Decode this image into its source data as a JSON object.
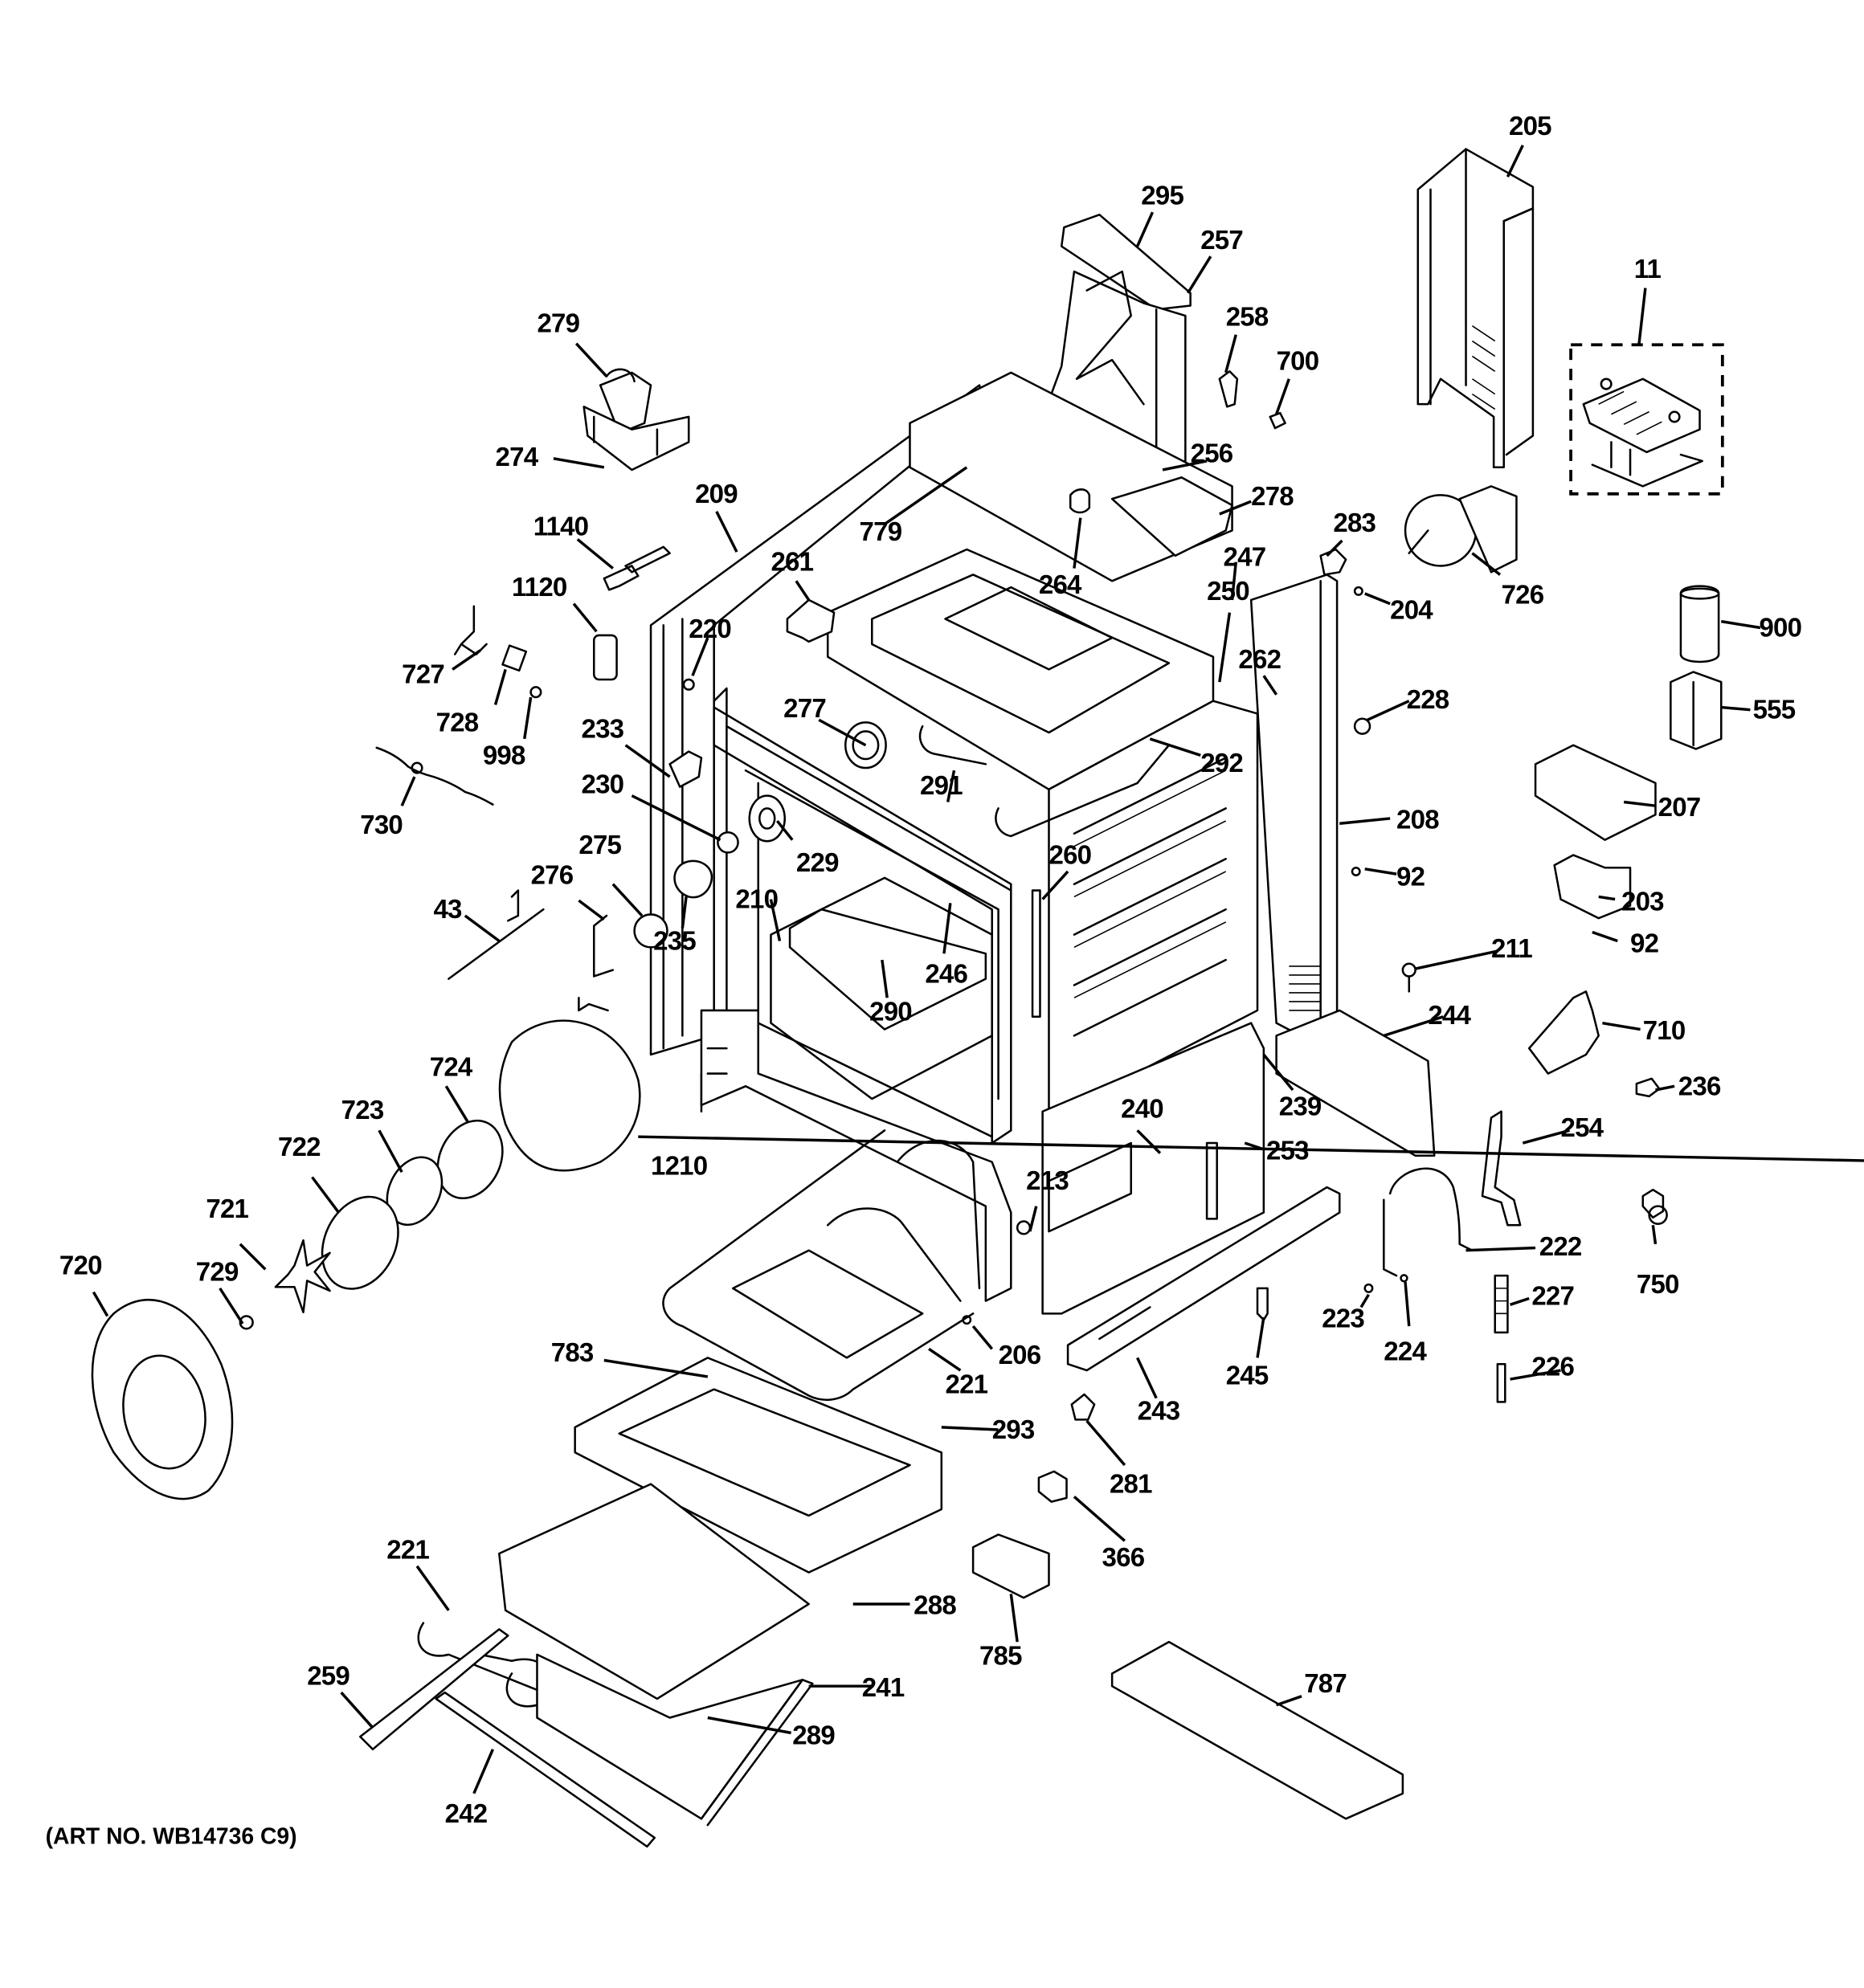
{
  "diagram": {
    "title": "Oven body exploded parts diagram",
    "caption": "(ART NO. WB14736 C9)",
    "callouts": [
      {
        "id": "205",
        "text": "205"
      },
      {
        "id": "295",
        "text": "295"
      },
      {
        "id": "257",
        "text": "257"
      },
      {
        "id": "11",
        "text": "11"
      },
      {
        "id": "279",
        "text": "279"
      },
      {
        "id": "258",
        "text": "258"
      },
      {
        "id": "700",
        "text": "700"
      },
      {
        "id": "274",
        "text": "274"
      },
      {
        "id": "256",
        "text": "256"
      },
      {
        "id": "209",
        "text": "209"
      },
      {
        "id": "278",
        "text": "278"
      },
      {
        "id": "779",
        "text": "779"
      },
      {
        "id": "1140",
        "text": "1140"
      },
      {
        "id": "283",
        "text": "283"
      },
      {
        "id": "261",
        "text": "261"
      },
      {
        "id": "247",
        "text": "247"
      },
      {
        "id": "264",
        "text": "264"
      },
      {
        "id": "726",
        "text": "726"
      },
      {
        "id": "1120",
        "text": "1120"
      },
      {
        "id": "250",
        "text": "250"
      },
      {
        "id": "204",
        "text": "204"
      },
      {
        "id": "900",
        "text": "900"
      },
      {
        "id": "220",
        "text": "220"
      },
      {
        "id": "727",
        "text": "727"
      },
      {
        "id": "262",
        "text": "262"
      },
      {
        "id": "728",
        "text": "728"
      },
      {
        "id": "228",
        "text": "228"
      },
      {
        "id": "555",
        "text": "555"
      },
      {
        "id": "277",
        "text": "277"
      },
      {
        "id": "998",
        "text": "998"
      },
      {
        "id": "233",
        "text": "233"
      },
      {
        "id": "292",
        "text": "292"
      },
      {
        "id": "291",
        "text": "291"
      },
      {
        "id": "207",
        "text": "207"
      },
      {
        "id": "230",
        "text": "230"
      },
      {
        "id": "730",
        "text": "730"
      },
      {
        "id": "208",
        "text": "208"
      },
      {
        "id": "229",
        "text": "229"
      },
      {
        "id": "260",
        "text": "260"
      },
      {
        "id": "275",
        "text": "275"
      },
      {
        "id": "92a",
        "text": "92"
      },
      {
        "id": "276",
        "text": "276"
      },
      {
        "id": "210",
        "text": "210"
      },
      {
        "id": "203",
        "text": "203"
      },
      {
        "id": "43",
        "text": "43"
      },
      {
        "id": "235",
        "text": "235"
      },
      {
        "id": "92b",
        "text": "92"
      },
      {
        "id": "246",
        "text": "246"
      },
      {
        "id": "211",
        "text": "211"
      },
      {
        "id": "290",
        "text": "290"
      },
      {
        "id": "244",
        "text": "244"
      },
      {
        "id": "710",
        "text": "710"
      },
      {
        "id": "724",
        "text": "724"
      },
      {
        "id": "239",
        "text": "239"
      },
      {
        "id": "240",
        "text": "240"
      },
      {
        "id": "236",
        "text": "236"
      },
      {
        "id": "723",
        "text": "723"
      },
      {
        "id": "253",
        "text": "253"
      },
      {
        "id": "722",
        "text": "722"
      },
      {
        "id": "1210",
        "text": "1210"
      },
      {
        "id": "254",
        "text": "254"
      },
      {
        "id": "213",
        "text": "213"
      },
      {
        "id": "721",
        "text": "721"
      },
      {
        "id": "222",
        "text": "222"
      },
      {
        "id": "720",
        "text": "720"
      },
      {
        "id": "729",
        "text": "729"
      },
      {
        "id": "750",
        "text": "750"
      },
      {
        "id": "223",
        "text": "223"
      },
      {
        "id": "227",
        "text": "227"
      },
      {
        "id": "206",
        "text": "206"
      },
      {
        "id": "224",
        "text": "224"
      },
      {
        "id": "783",
        "text": "783"
      },
      {
        "id": "221a",
        "text": "221"
      },
      {
        "id": "245",
        "text": "245"
      },
      {
        "id": "226",
        "text": "226"
      },
      {
        "id": "243",
        "text": "243"
      },
      {
        "id": "293",
        "text": "293"
      },
      {
        "id": "281",
        "text": "281"
      },
      {
        "id": "366",
        "text": "366"
      },
      {
        "id": "221b",
        "text": "221"
      },
      {
        "id": "288",
        "text": "288"
      },
      {
        "id": "785",
        "text": "785"
      },
      {
        "id": "787",
        "text": "787"
      },
      {
        "id": "259",
        "text": "259"
      },
      {
        "id": "241",
        "text": "241"
      },
      {
        "id": "289",
        "text": "289"
      },
      {
        "id": "242",
        "text": "242"
      }
    ]
  }
}
